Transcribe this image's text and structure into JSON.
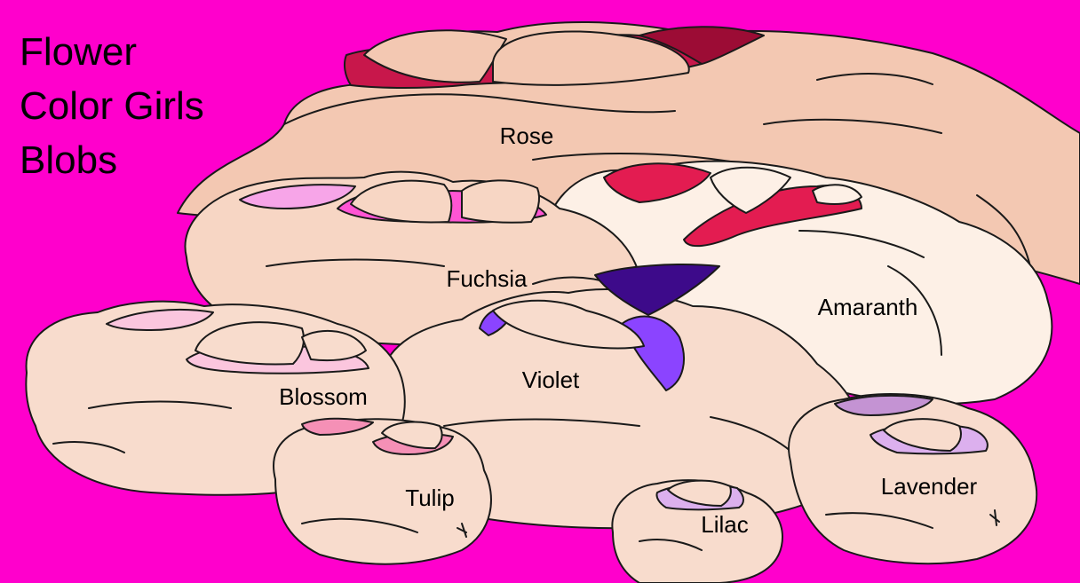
{
  "title": {
    "line1": "Flower",
    "line2": "Color Girls",
    "line3": "Blobs"
  },
  "labels": {
    "rose": "Rose",
    "fuchsia": "Fuchsia",
    "amaranth": "Amaranth",
    "violet": "Violet",
    "blossom": "Blossom",
    "tulip": "Tulip",
    "lilac": "Lilac",
    "lavender": "Lavender"
  },
  "colors": {
    "background": "#ff00cc",
    "rose_skin": "#f3c8b2",
    "rose_garment": "#c8174b",
    "rose_garment_dark": "#9c0c35",
    "fuchsia_skin": "#f7d6c4",
    "fuchsia_garment": "#ff55d4",
    "fuchsia_garment_light": "#f7a5e8",
    "amaranth_skin": "#fdf0e6",
    "amaranth_garment": "#e31c51",
    "violet_skin": "#f8dccd",
    "violet_garment": "#8b44ff",
    "violet_garment_dark": "#3d0a8a",
    "blossom_skin": "#f8dccd",
    "blossom_garment": "#fbc6de",
    "tulip_skin": "#f8dccd",
    "tulip_garment": "#f590b6",
    "lilac_skin": "#f8dccd",
    "lilac_garment": "#dcb0ee",
    "lavender_skin": "#f8dccd",
    "lavender_garment": "#c493d3",
    "outline": "#1a1a1a"
  }
}
